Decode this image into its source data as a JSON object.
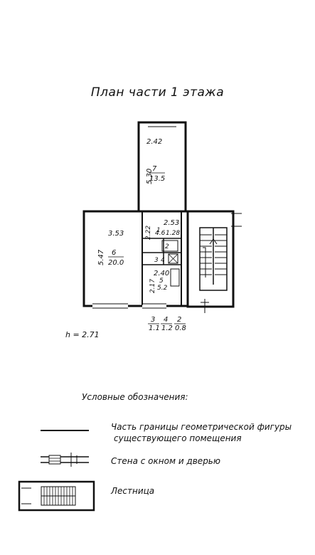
{
  "title": "План  части 1 этажа",
  "ceiling_height": "h = 2.71",
  "rooms": {
    "r7": {
      "number": "7",
      "area": "13.5",
      "width": "2.42",
      "length": "5.30"
    },
    "r6": {
      "number": "6",
      "area": "20.0",
      "width": "3.53",
      "length": "5.47"
    },
    "r1": {
      "number": "1",
      "area": "4.6",
      "width": "2.53",
      "length": "2.22",
      "extra": "1.28"
    },
    "r2": {
      "number": "2"
    },
    "r3": {
      "number": "3"
    },
    "r4": {
      "number": "4"
    },
    "r5": {
      "number": "5",
      "area": "5.2",
      "width": "2.40",
      "length": "2.17"
    }
  },
  "footnote": [
    {
      "number": "3",
      "area": "1.1"
    },
    {
      "number": "4",
      "area": "1.2"
    },
    {
      "number": "2",
      "area": "0.8"
    }
  ],
  "legend": {
    "heading": "Условные обозначения:",
    "items": [
      {
        "text_line1": "Часть границы геометрической фигуры",
        "text_line2": "существующего помещения"
      },
      {
        "text_line1": "Стена с окном и дверью",
        "text_line2": ""
      },
      {
        "text_line1": "Лестница",
        "text_line2": ""
      }
    ]
  }
}
